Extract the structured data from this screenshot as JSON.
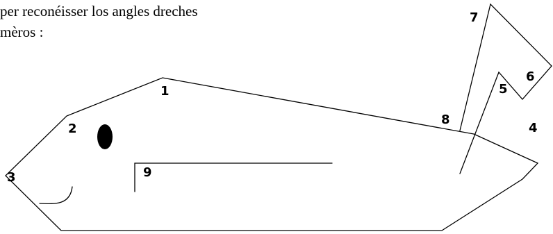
{
  "instruction": {
    "line1": "per reconéisser los angles dreches",
    "line2": "mèros :"
  },
  "figure": {
    "angle_labels": [
      "1",
      "2",
      "3",
      "4",
      "5",
      "6",
      "7",
      "8",
      "9"
    ],
    "colors": {
      "stroke": "#000000",
      "eye": "#000000",
      "background": "#ffffff"
    }
  }
}
